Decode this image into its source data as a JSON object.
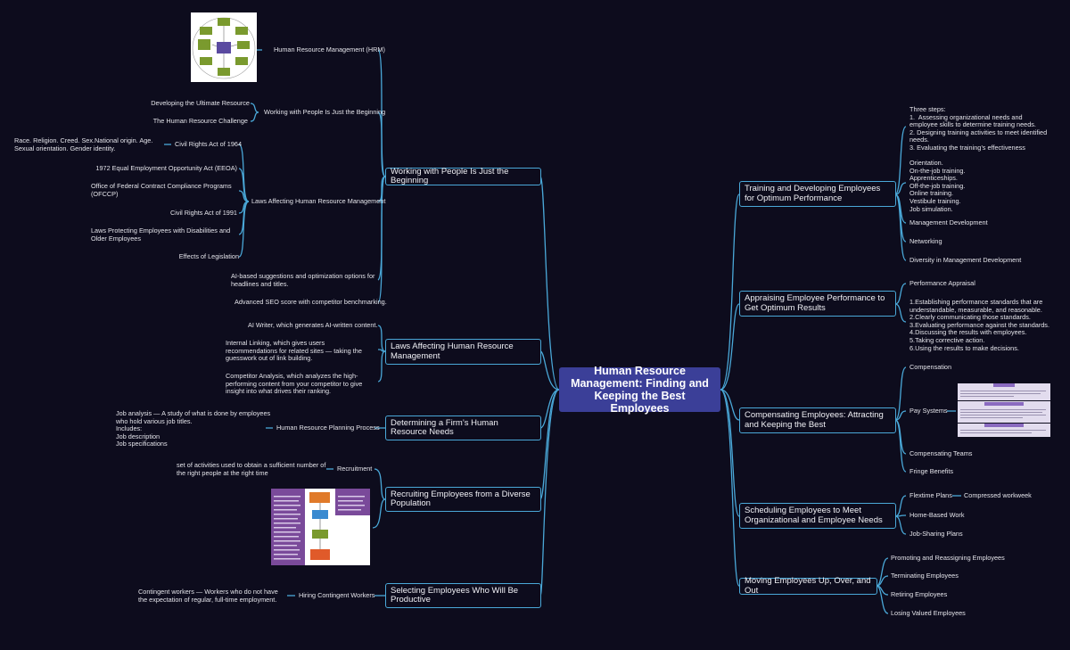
{
  "root": "Human Resource Management: Finding and Keeping the Best Employees",
  "left": {
    "working": {
      "title": "Working with People Is Just the Beginning",
      "hrm": "Human Resource Management (HRM)",
      "wpij": "Working with People Is Just the Beginning",
      "developing": "Developing the Ultimate Resource",
      "challenge": "The Human Resource Challenge",
      "laws_label": "Laws Affecting Human Resource Management",
      "civil1964": "Civil Rights Act of 1964",
      "race": "Race. Religion. Creed. Sex.National origin. Age. Sexual orientation. Gender identity.",
      "eeoa": "1972 Equal Employment Opportunity Act (EEOA)",
      "ofccp": "Office of Federal Contract Compliance Programs (OFCCP)",
      "civil1991": "Civil Rights Act of 1991",
      "disabilities": "Laws Protecting Employees with Disabilities and Older Employees",
      "effects": "Effects of Legislation",
      "ai_suggest": "AI-based suggestions and optimization options for headlines and titles.",
      "seo": "Advanced SEO score with competitor benchmarking."
    },
    "laws": {
      "title": "Laws Affecting Human Resource Management",
      "ai_writer": "AI Writer, which generates AI-written content.",
      "linking": "Internal Linking, which gives users recommendations for related sites — taking the guesswork out of link building.",
      "competitor": "Competitor Analysis, which analyzes the high-performing content from your competitor to give insight into what drives their ranking."
    },
    "determining": {
      "title": "Determining a Firm’s Human Resource Needs",
      "planning": "Human Resource Planning Process",
      "job_analysis": "Job analysis — A study of what is done by employees\n    who hold various job titles.\nIncludes:\nJob description\nJob specifications"
    },
    "recruiting": {
      "title": "Recruiting Employees from a Diverse Population",
      "recruitment": "Recruitment",
      "set_of": "set of activities used to obtain a sufficient number of the right people at the right time"
    },
    "selecting": {
      "title": "Selecting Employees Who Will Be Productive",
      "hiring": "Hiring Contingent Workers",
      "contingent": "Contingent workers — Workers who do not have the expectation of regular, full-time employment."
    }
  },
  "right": {
    "training": {
      "title": "Training and Developing Employees for Optimum Performance",
      "three_steps": "Three steps:\n1.  Assessing organizational needs and employee skills to determine training needs.\n2. Designing training activities to meet identified needs.\n3. Evaluating the training’s effectiveness",
      "types": "Orientation.\nOn-the-job training.\nApprenticeships.\nOff-the-job training.\nOnline training.\nVestibule training.\n Job simulation.",
      "management_dev": "Management Development",
      "networking": "Networking",
      "diversity": "Diversity in Management Development"
    },
    "appraising": {
      "title": "Appraising Employee Performance to Get Optimum Results",
      "performance_appraisal": "Performance Appraisal",
      "steps": "1.Establishing performance standards that are understandable, measurable, and reasonable.\n2.Clearly communicating those standards.\n3.Evaluating performance against the standards.\n4.Discussing the results with employees.\n5.Taking corrective action.\n6.Using the results to make decisions."
    },
    "compensating": {
      "title": "Compensating Employees: Attracting and Keeping the Best",
      "compensation": "Compensation",
      "pay_systems": "Pay Systems",
      "teams": "Compensating Teams",
      "fringe": "Fringe Benefits"
    },
    "scheduling": {
      "title": "Scheduling Employees to Meet Organizational and Employee Needs",
      "flextime": "Flextime Plans",
      "compressed": "Compressed workweek",
      "home": "Home-Based Work",
      "sharing": "Job-Sharing Plans"
    },
    "moving": {
      "title": "Moving Employees Up, Over, and Out",
      "promoting": "Promoting and Reassigning Employees",
      "terminating": "Terminating Employees",
      "retiring": "Retiring Employees",
      "losing": "Losing Valued Employees"
    }
  },
  "colors": {
    "background": "#0d0c1d",
    "root": "#3b3f98",
    "line": "#4aa8d8"
  }
}
